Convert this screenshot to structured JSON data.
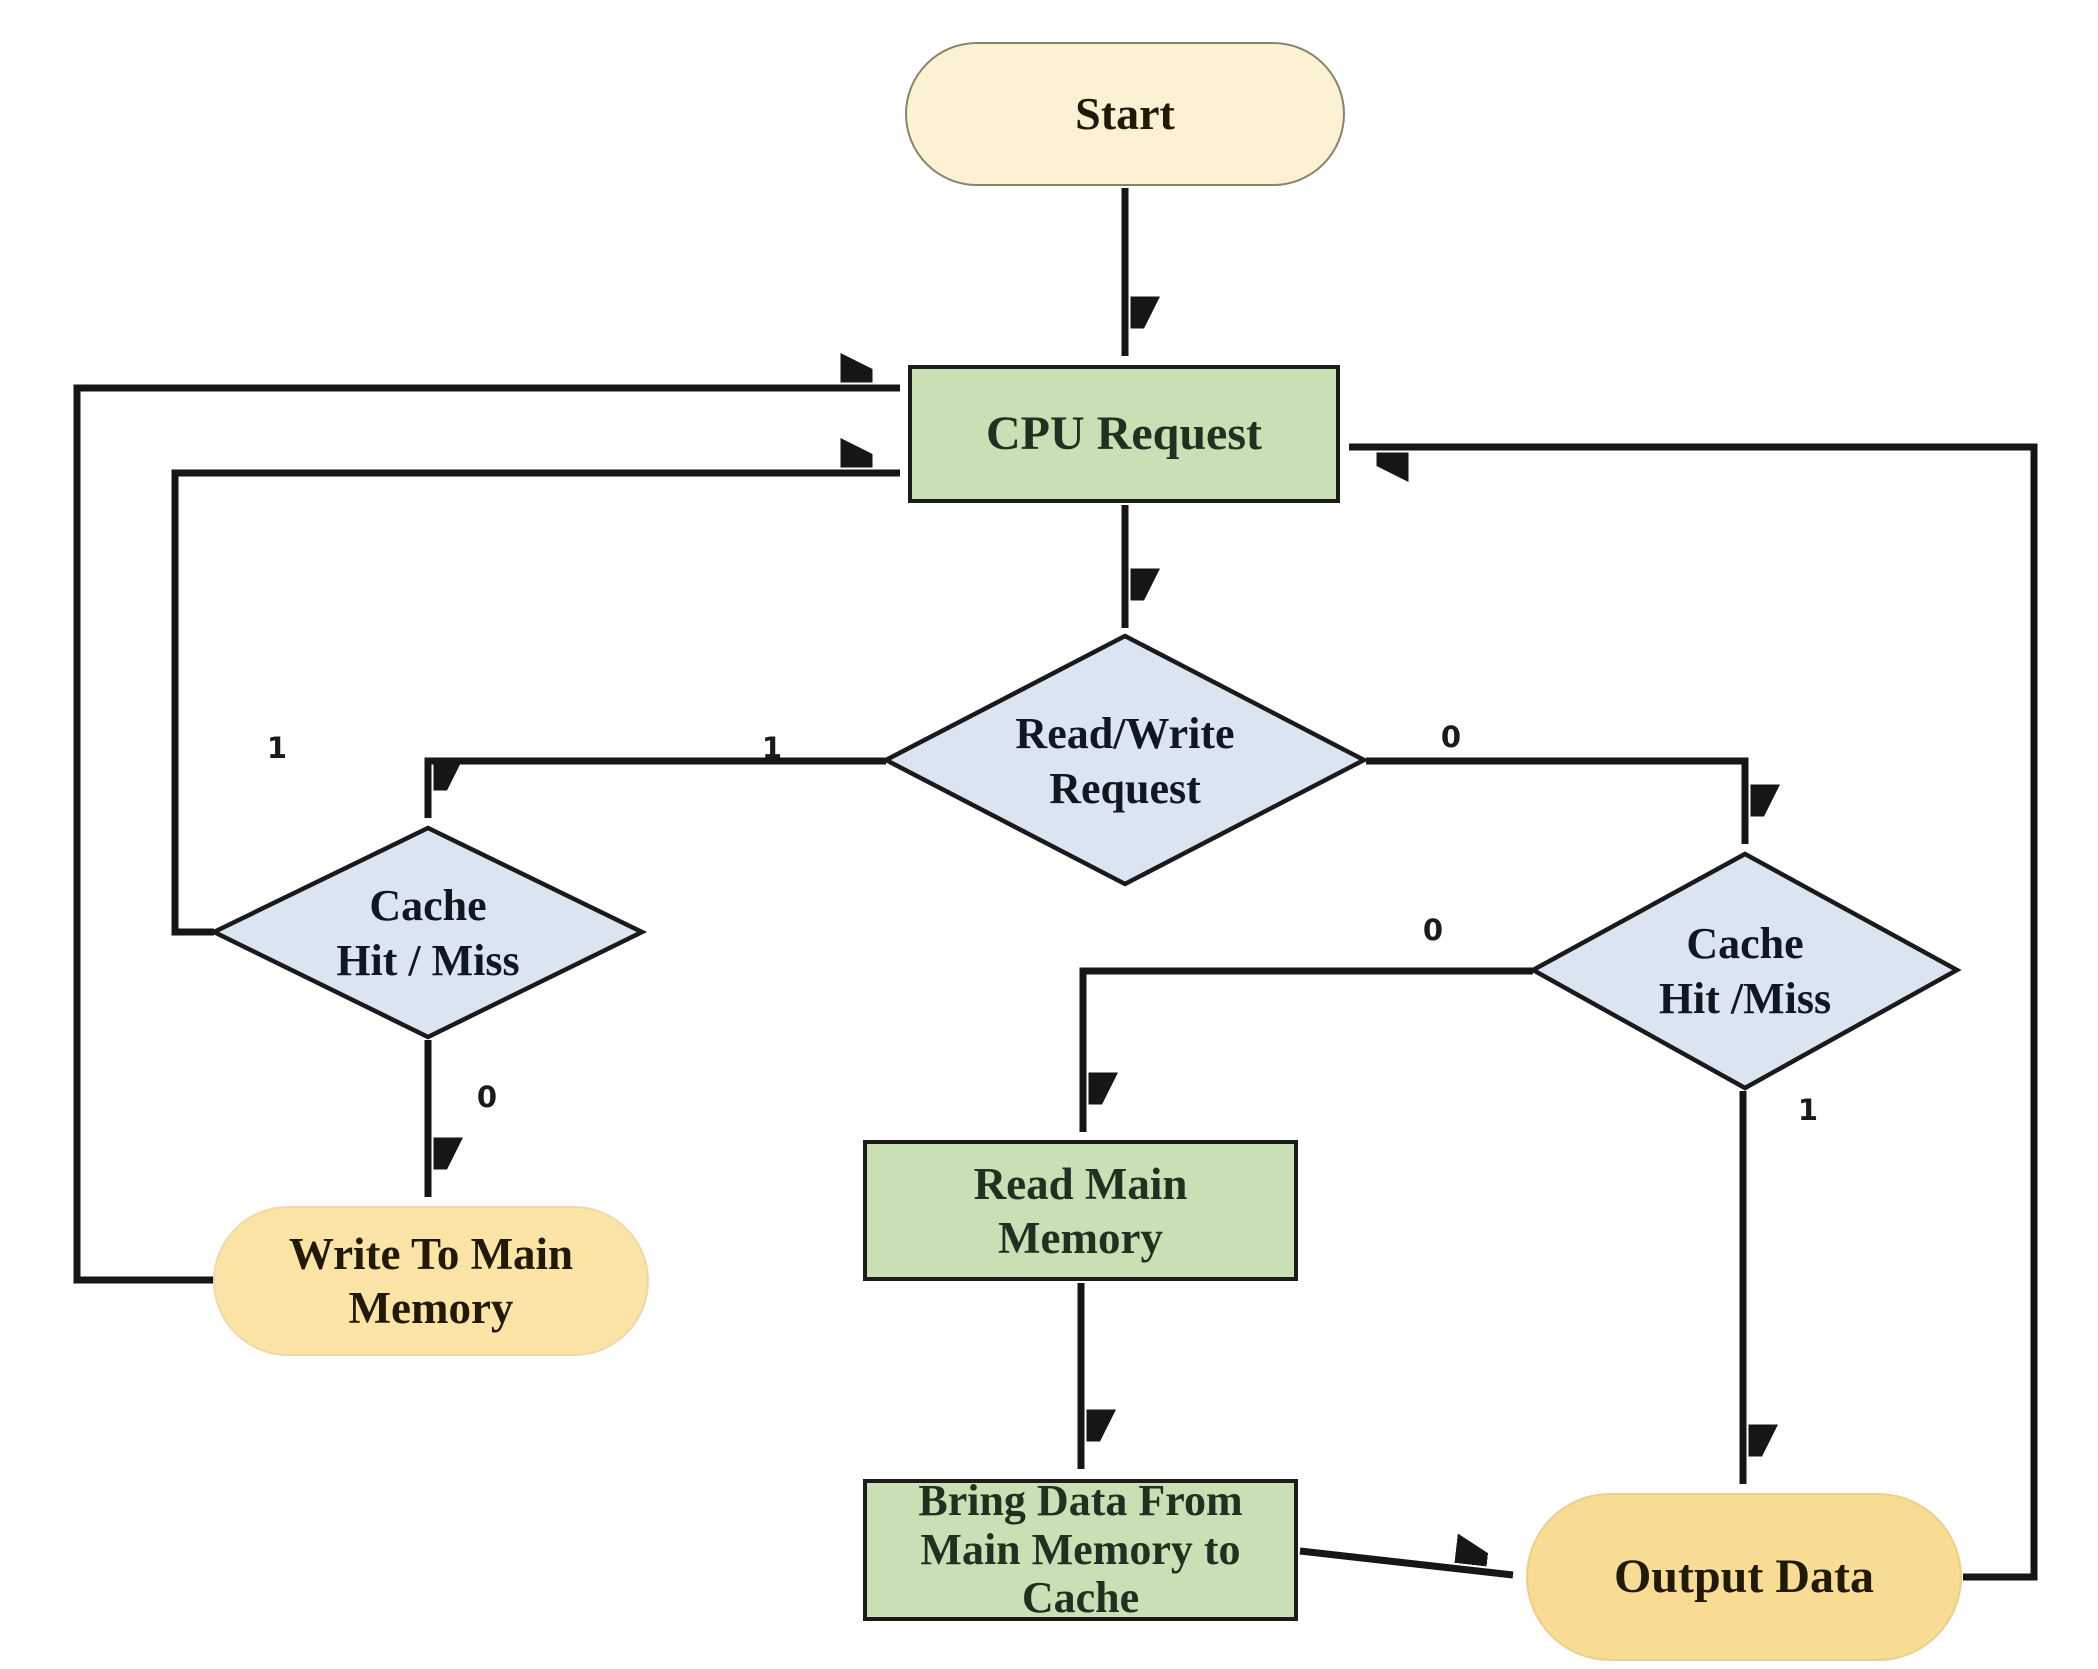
{
  "nodes": {
    "start": {
      "label": "Start",
      "type": "terminator"
    },
    "cpu_request": {
      "label": "CPU Request",
      "type": "process"
    },
    "rw_request": {
      "label": "Read/Write\nRequest",
      "type": "decision"
    },
    "cache_left": {
      "label": "Cache\nHit / Miss",
      "type": "decision"
    },
    "cache_right": {
      "label": "Cache\nHit /Miss",
      "type": "decision"
    },
    "write_main": {
      "label": "Write To Main\nMemory",
      "type": "terminator"
    },
    "read_main": {
      "label": "Read Main\nMemory",
      "type": "process"
    },
    "bring_data": {
      "label": "Bring Data From\nMain Memory to\nCache",
      "type": "process"
    },
    "output_data": {
      "label": "Output Data",
      "type": "terminator"
    }
  },
  "edge_labels": {
    "cache_left_hit": "1",
    "rw_write": "1",
    "rw_read": "0",
    "cache_left_miss": "0",
    "cache_right_miss": "0",
    "cache_right_hit": "1"
  },
  "colors": {
    "process_fill": "#c9dfb4",
    "decision_fill": "#dbe5f1",
    "start_fill": "#fcf1d2",
    "terminator_fill": "#fbe4a6",
    "output_fill": "#f8dc94",
    "edge_stroke": "#161616",
    "shape_border": "#1c1c1c"
  }
}
